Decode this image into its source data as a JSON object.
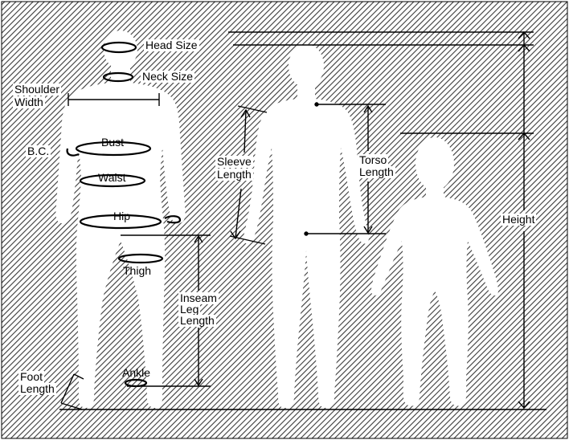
{
  "labels": {
    "head_size": "Head Size",
    "neck_size": "Neck Size",
    "shoulder_width_1": "Shoulder",
    "shoulder_width_2": "Width",
    "bc": "B.C.",
    "bust": "Bust",
    "waist": "Waist",
    "hip": "Hip",
    "thigh": "Thigh",
    "inseam_1": "Inseam",
    "inseam_2": "Leg",
    "inseam_3": "Length",
    "ankle": "Ankle",
    "foot_1": "Foot",
    "foot_2": "Length",
    "sleeve_1": "Sleeve",
    "sleeve_2": "Length",
    "torso_1": "Torso",
    "torso_2": "Length",
    "height": "Height"
  },
  "colors": {
    "hatch": "#3a3a3a",
    "background": "#ffffff",
    "figure": "#ffffff",
    "ink": "#000000"
  }
}
